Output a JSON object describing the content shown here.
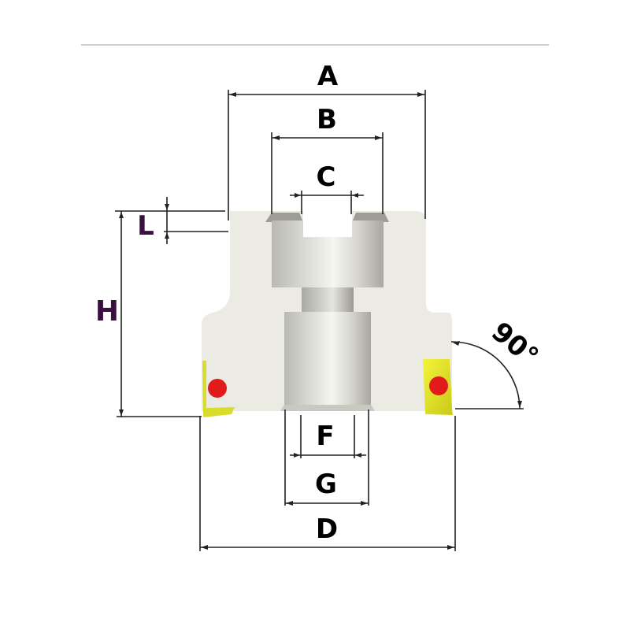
{
  "diagram": {
    "type": "face-mill-cutter-dimension-drawing",
    "labels": {
      "A": "A",
      "B": "B",
      "C": "C",
      "L": "L",
      "H": "H",
      "F": "F",
      "G": "G",
      "D": "D",
      "angle": "90°"
    },
    "colors": {
      "body": "#ebebe4",
      "insert": "#e6e61c",
      "screw": "#e11b1b",
      "dimension_line": "#222222",
      "label_dark": "#000000",
      "label_purple": "#3a1040",
      "top_rule": "#cfcfcf"
    }
  }
}
